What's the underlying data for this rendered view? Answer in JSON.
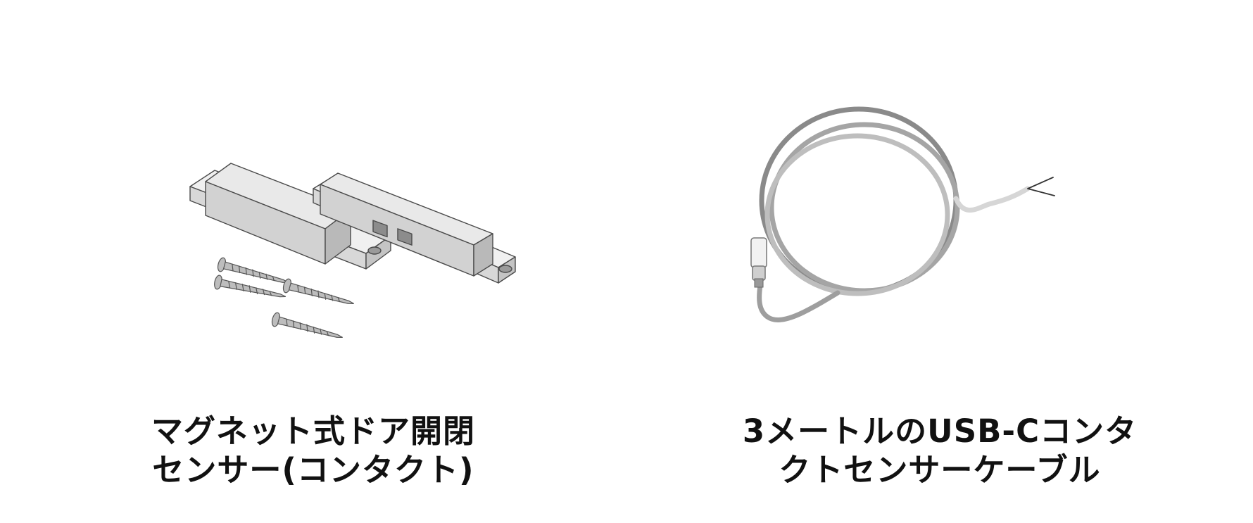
{
  "products": [
    {
      "image_icon": "magnetic-door-sensor-icon",
      "caption_lines": [
        "マグネット式ドア開閉",
        "センサー(コンタクト)"
      ]
    },
    {
      "image_icon": "coiled-cable-icon",
      "caption_lines": [
        "3メートルのUSB-Cコンタ",
        "クトセンサーケーブル"
      ]
    }
  ]
}
